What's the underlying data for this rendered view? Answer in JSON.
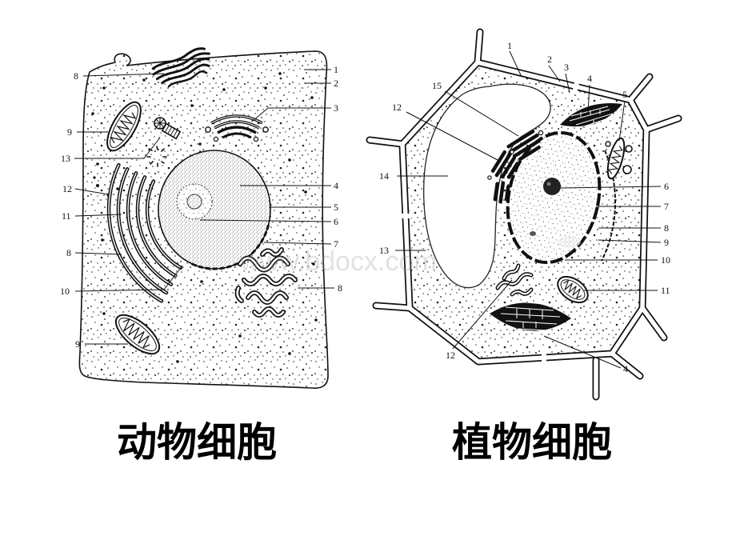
{
  "slide": {
    "animal_title": "动物细胞",
    "plant_title": "植物细胞",
    "watermark": "www.bdocx.com"
  },
  "animal_cell": {
    "labels": [
      "8",
      "1",
      "2",
      "9",
      "3",
      "13",
      "4",
      "12",
      "5",
      "11",
      "6",
      "7",
      "8",
      "10",
      "8",
      "9"
    ]
  },
  "plant_cell": {
    "labels": [
      "1",
      "2",
      "3",
      "4",
      "5",
      "15",
      "12",
      "14",
      "6",
      "7",
      "8",
      "9",
      "13",
      "10",
      "11",
      "12",
      "4"
    ]
  },
  "colors": {
    "ink": "#111111",
    "background": "#ffffff"
  }
}
